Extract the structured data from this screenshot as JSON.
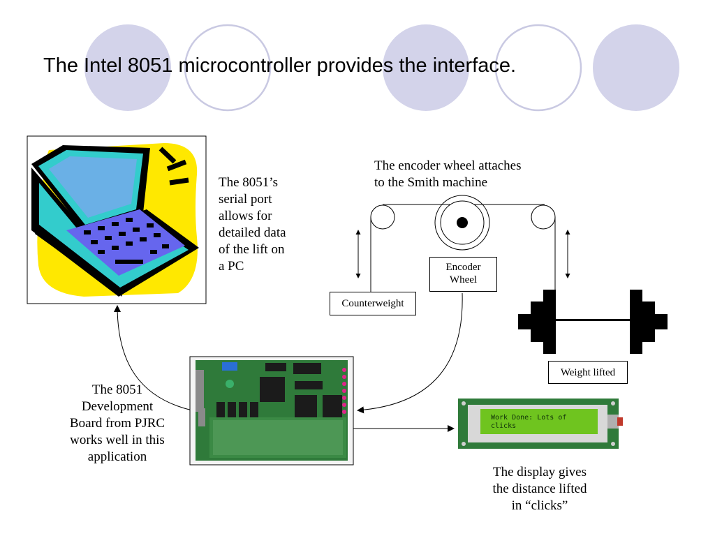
{
  "slide": {
    "title": "The Intel 8051 microcontroller provides the interface."
  },
  "texts": {
    "serial_port": [
      "The 8051’s",
      "serial port",
      "allows for",
      "detailed data",
      "of the lift on",
      "a PC"
    ],
    "encoder_attach": [
      "The encoder wheel attaches",
      "to the Smith machine"
    ],
    "dev_board": [
      "The 8051",
      "Development",
      "Board from PJRC",
      "works well in this",
      "application"
    ],
    "display_gives": [
      "The display gives",
      "the distance lifted",
      "in “clicks”"
    ]
  },
  "labels": {
    "counterweight": "Counterweight",
    "encoder_wheel": [
      "Encoder",
      "Wheel"
    ],
    "weight_lifted": "Weight lifted"
  },
  "lcd": {
    "line1": "Work Done: Lots of",
    "line2": "clicks"
  },
  "colors": {
    "circle_fill": "#d3d3ea",
    "circle_stroke": "#c9c9e2",
    "pcb_green": "#2f7a3a",
    "lcd_green": "#6fc41f",
    "laptop_yellow": "#ffe800",
    "laptop_teal": "#33cccc",
    "laptop_blue": "#6666ee"
  }
}
